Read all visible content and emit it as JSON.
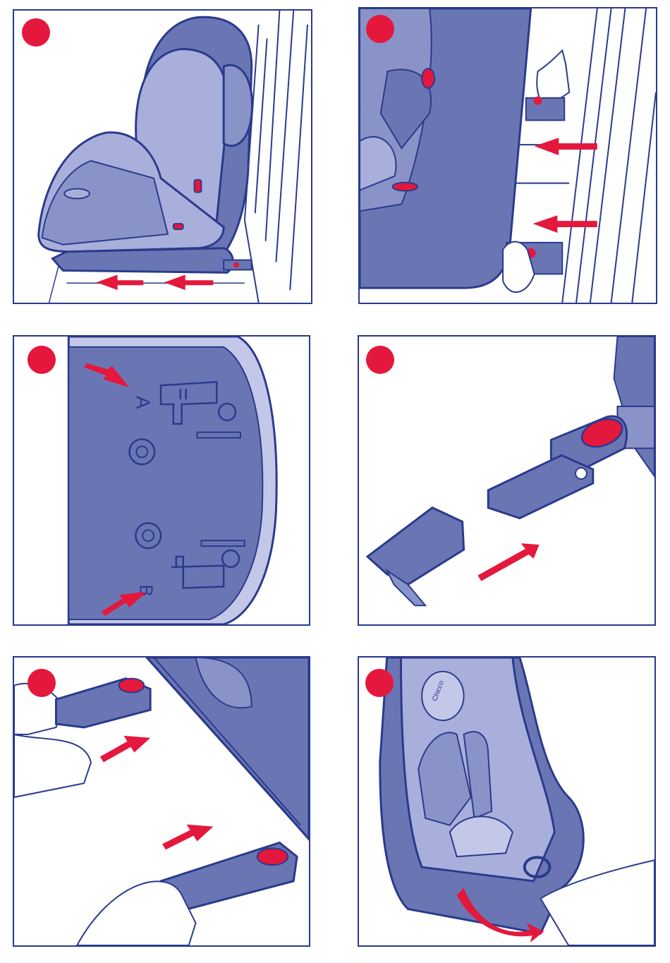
{
  "document": {
    "panels": [
      {
        "id": 1,
        "marker": "",
        "subject": "car-seat-side-view"
      },
      {
        "id": 2,
        "marker": "",
        "subject": "isofix-connectors-release"
      },
      {
        "id": 3,
        "marker": "",
        "subject": "seat-base-underside"
      },
      {
        "id": 4,
        "marker": "",
        "subject": "isofix-guide-attach"
      },
      {
        "id": 5,
        "marker": "",
        "subject": "isofix-connectors-extend"
      },
      {
        "id": 6,
        "marker": "",
        "subject": "seat-adjust-handle"
      }
    ],
    "base_labels": {
      "a": "A",
      "b": "B"
    },
    "brand_badge": "Chicco"
  },
  "colors": {
    "navy": "#2a3a8c",
    "seat_dark": "#6a76b4",
    "seat_mid": "#8a93c8",
    "seat_light": "#a9afdb",
    "seat_pale": "#c4c8e8",
    "accent_red": "#e4183c",
    "white": "#ffffff"
  }
}
